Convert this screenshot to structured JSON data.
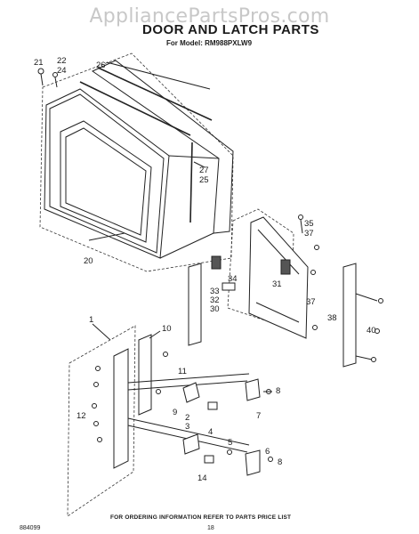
{
  "watermark": "AppliancePartsPros.com",
  "title": "DOOR AND LATCH PARTS",
  "model_line": "For Model: RM988PXLW9",
  "footnote": "FOR ORDERING INFORMATION REFER TO PARTS PRICE LIST",
  "diagram_code": "884099",
  "page_number": "18",
  "callouts": [
    "1",
    "2",
    "3",
    "4",
    "5",
    "6",
    "7",
    "8",
    "9",
    "10",
    "11",
    "12",
    "14",
    "20",
    "21",
    "22",
    "24",
    "25",
    "26",
    "27",
    "30",
    "31",
    "32",
    "33",
    "34",
    "35",
    "37",
    "38",
    "40"
  ],
  "callout_labels": {
    "c21": "21",
    "c22": "22",
    "c24": "24",
    "c26": "26",
    "c27": "27",
    "c25": "25",
    "c20": "20",
    "c35": "35",
    "c37a": "37",
    "c34": "34",
    "c31": "31",
    "c33": "33",
    "c32": "32",
    "c30": "30",
    "c37b": "37",
    "c38": "38",
    "c40": "40",
    "c1": "1",
    "c10": "10",
    "c11": "11",
    "c12": "12",
    "c9": "9",
    "c2": "2",
    "c3": "3",
    "c4": "4",
    "c5": "5",
    "c8a": "8",
    "c7": "7",
    "c6": "6",
    "c8b": "8",
    "c14": "14"
  }
}
